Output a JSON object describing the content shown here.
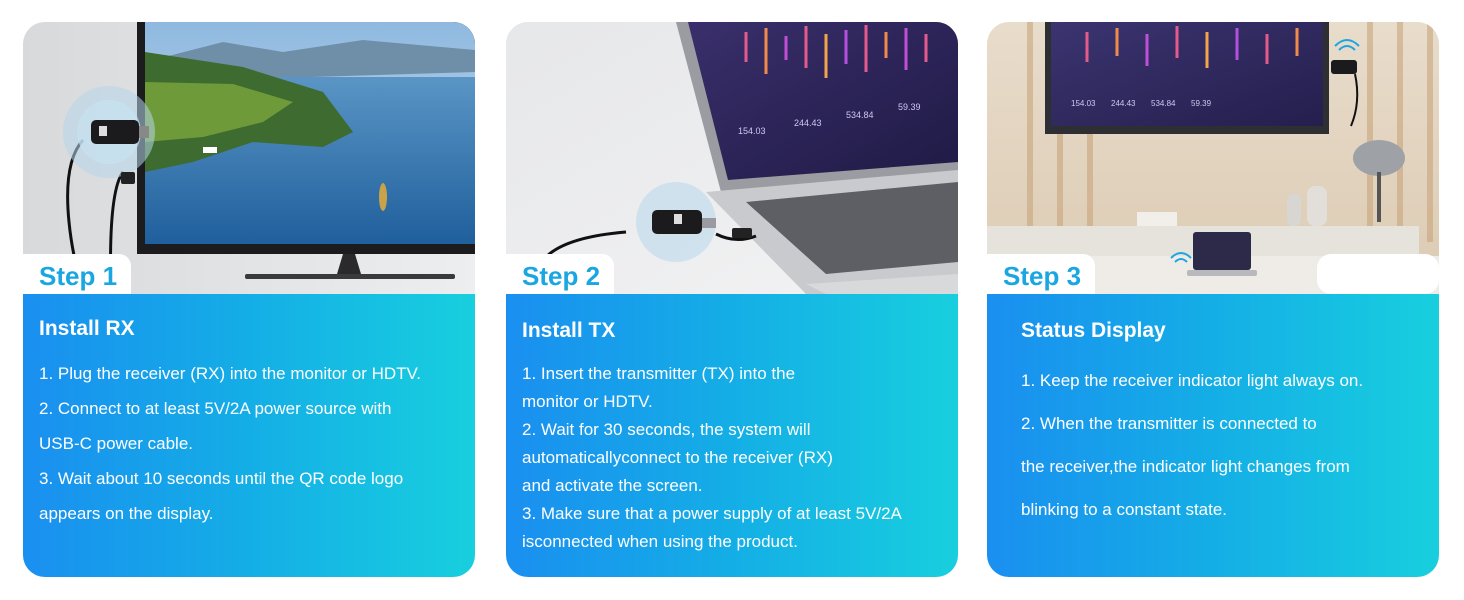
{
  "steps": [
    {
      "tab": "Step 1",
      "title": "Install RX",
      "items": [
        "1. Plug the receiver (RX) into the monitor or HDTV.",
        "2. Connect to at least 5V/2A power source with",
        "USB-C power cable.",
        "3. Wait about 10 seconds until the QR code logo",
        "appears on the display."
      ]
    },
    {
      "tab": "Step 2",
      "title": "Install TX",
      "items": [
        "1. Insert the transmitter (TX) into the",
        "monitor or HDTV.",
        "2. Wait for 30 seconds, the system will",
        "automaticallyconnect to the receiver (RX)",
        "and activate the screen.",
        "3. Make sure that a power supply of at least 5V/2A",
        "isconnected when using the product."
      ]
    },
    {
      "tab": "Step 3",
      "title": "Status Display",
      "items": [
        "1. Keep the receiver indicator light always on.",
        "2. When the transmitter is connected to",
        "the receiver,the indicator light changes from",
        "blinking to a constant state."
      ]
    }
  ],
  "screen_values": [
    "154.03",
    "244.43",
    "534.84",
    "59.39"
  ],
  "colors": {
    "accent": "#1aa6e0",
    "gradient_start": "#1a8ff0",
    "gradient_end": "#18cfde"
  }
}
